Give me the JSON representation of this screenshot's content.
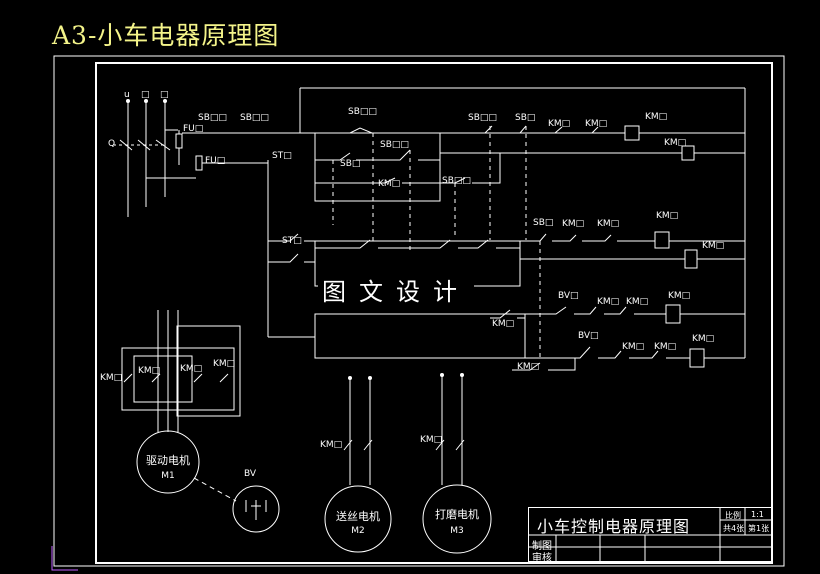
{
  "title": "A3-小车电器原理图",
  "watermark": "图文设计",
  "labels": {
    "u": "u",
    "sq1": "□",
    "sq2": "□",
    "q": "Q",
    "fu1": "FU□",
    "fu2": "FU□",
    "sb_a": "SB□□",
    "sb_b": "SB□□",
    "sb_c": "SB□□",
    "sb_d": "SB□□",
    "sb_e": "SB□",
    "sb_f": "SB□□",
    "sb_g": "SB□",
    "sb_h": "SB□",
    "sb_i": "SB□□",
    "sb_j": "SB□",
    "st1": "ST□",
    "st2": "ST□",
    "km_r1a": "KM□",
    "km_r1b": "KM□",
    "km_r1c": "KM□",
    "km_r1coil": "KM□",
    "km_r1coil2": "KM□",
    "km_mid": "KM□",
    "km_r2a": "KM□",
    "km_r2b": "KM□",
    "km_r2coil": "KM□",
    "km_r2coil2": "KM□",
    "km_r3a": "KM□",
    "km_r3b": "KM□",
    "km_r3coil": "KM□",
    "km_r3side": "KM□",
    "km_r4a": "KM□",
    "km_r4b": "KM□",
    "km_r4coil": "KM□",
    "km_r4side": "KM□",
    "bv1": "BV□",
    "bv2": "BV□",
    "km_m1a": "KM□",
    "km_m1b": "KM□",
    "km_m1c": "KM□",
    "km_m2": "KM□",
    "km_m3": "KM□",
    "bv_dev": "BV"
  },
  "motors": {
    "m1_name": "驱动电机",
    "m1_id": "M1",
    "m2_name": "送丝电机",
    "m2_id": "M2",
    "m3_name": "打磨电机",
    "m3_id": "M3"
  },
  "title_block": {
    "title": "小车控制电器原理图",
    "draw": "制图",
    "check": "审核",
    "scale_label": "比例",
    "scale_value": "1:1",
    "sheets": "共4张",
    "sheet_no": "第1张"
  }
}
